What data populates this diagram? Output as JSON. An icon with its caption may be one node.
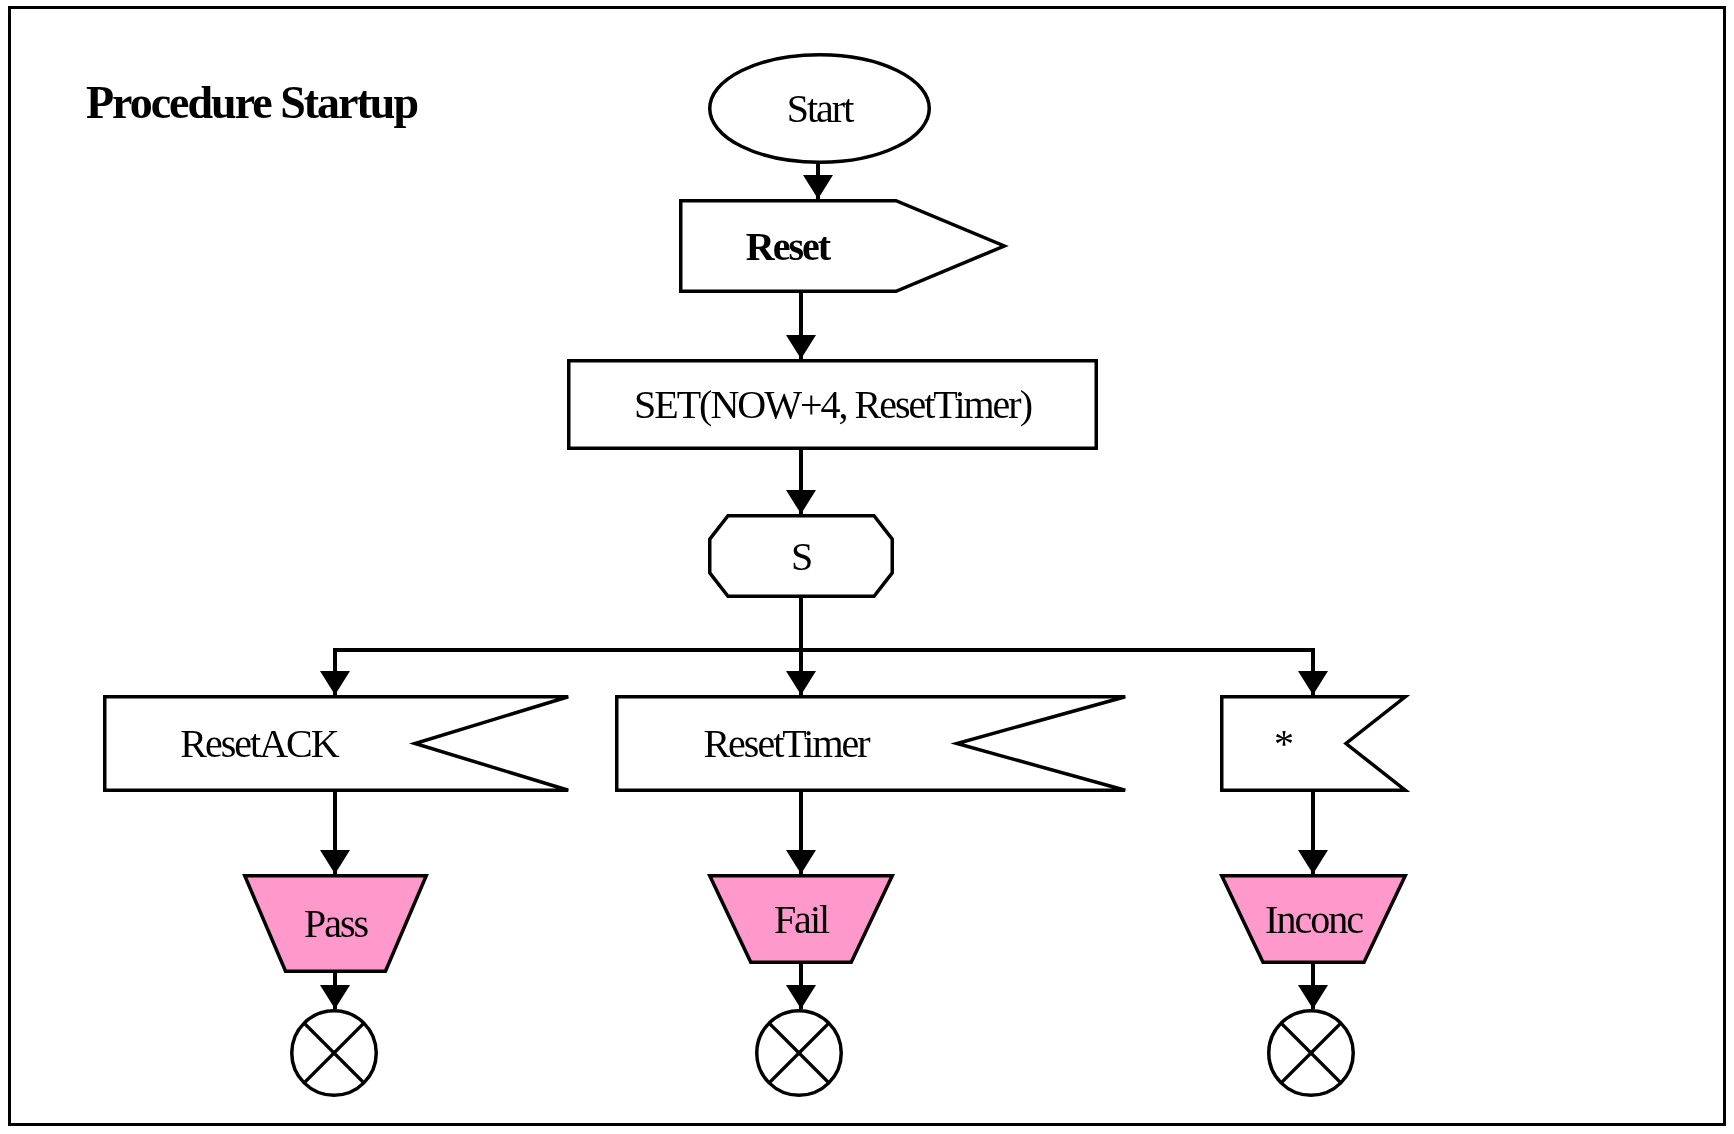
{
  "diagram": {
    "title": "Procedure Startup",
    "nodes": [
      {
        "text": [
          "Start"
        ]
      },
      {
        "text": [
          "Reset"
        ]
      },
      {
        "text": [
          "SET(NOW+4, ResetTimer)"
        ]
      },
      {
        "text": [
          "S"
        ]
      },
      {
        "text": [
          "ResetACK"
        ]
      },
      {
        "text": [
          "ResetTimer"
        ]
      },
      {
        "text": [
          "*"
        ]
      },
      {
        "text": [
          "Pass"
        ]
      },
      {
        "text": [
          "Fail"
        ]
      },
      {
        "text": [
          "Inconc"
        ]
      },
      {
        "text": [],
        "shape": "circle"
      },
      {
        "text": [],
        "shape": "circle"
      },
      {
        "text": [],
        "shape": "circle"
      }
    ],
    "edges": [
      {
        "from": 0,
        "to": 1,
        "arrow": "to"
      },
      {
        "from": 1,
        "to": 2,
        "arrow": "to"
      },
      {
        "from": 2,
        "to": 3,
        "arrow": "to"
      },
      {
        "from": 3,
        "to": 4,
        "arrow": "to"
      },
      {
        "from": 3,
        "to": 5,
        "arrow": "to"
      },
      {
        "from": 3,
        "to": 6,
        "arrow": "to"
      },
      {
        "from": 4,
        "to": 7,
        "arrow": "to"
      },
      {
        "from": 5,
        "to": 8,
        "arrow": "to"
      },
      {
        "from": 6,
        "to": 9,
        "arrow": "to"
      },
      {
        "from": 7,
        "to": 10,
        "arrow": "to"
      },
      {
        "from": 8,
        "to": 11,
        "arrow": "to"
      },
      {
        "from": 9,
        "to": 12,
        "arrow": "to"
      }
    ]
  }
}
